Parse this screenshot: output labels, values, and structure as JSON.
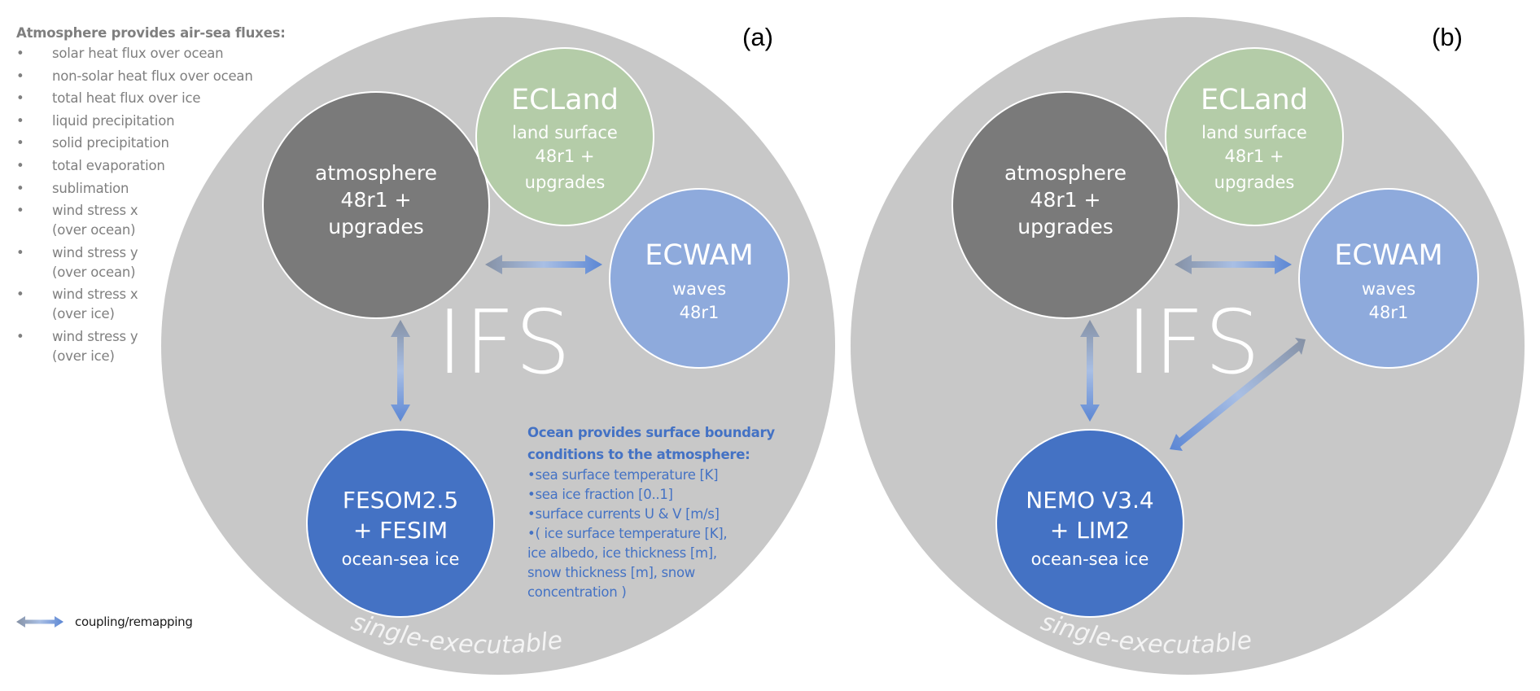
{
  "left_panel": {
    "title": "Atmosphere provides air-sea fluxes:",
    "bullet": "•",
    "items": [
      "solar heat flux over ocean",
      "non-solar heat flux over ocean",
      "total heat flux over ice",
      "liquid precipitation",
      "solid precipitation",
      "total evaporation",
      "sublimation",
      "wind stress x\n(over ocean)",
      "wind stress y\n(over ocean)",
      "wind stress x\n(over ice)",
      "wind stress y\n(over ice)"
    ]
  },
  "legend": {
    "icon": "double-arrow",
    "label": "coupling/remapping"
  },
  "colors": {
    "container": "#c8c8c8",
    "atmosphere": "#7a7a7a",
    "ecland": "#b4cca8",
    "ecwam": "#8eaadc",
    "ocean": "#4472c4",
    "ocean_text": "#4472c4",
    "left_text": "#7f7f7f",
    "arrow_start": "#8591a5",
    "arrow_mid": "#a9bfe4",
    "arrow_end": "#5b86d4"
  },
  "panels": [
    {
      "label": "(a)",
      "container_title": "IFS",
      "container_caption": "single-executable",
      "atmosphere": {
        "lines": [
          "atmosphere",
          "48r1 +",
          "upgrades"
        ]
      },
      "land": {
        "title": "ECLand",
        "lines": [
          "land surface",
          "48r1 +",
          "upgrades"
        ]
      },
      "waves": {
        "title": "ECWAM",
        "lines": [
          "waves",
          "48r1"
        ]
      },
      "ocean": {
        "lines": [
          "FESOM2.5",
          "+ FESIM",
          "ocean-sea ice"
        ]
      },
      "ocean_provides": {
        "title_lines": [
          "Ocean provides surface boundary",
          "conditions to the atmosphere:"
        ],
        "bullet": "•",
        "items": [
          "sea surface temperature [K]",
          "sea ice fraction [0..1]",
          "surface currents U & V [m/s]",
          "( ice surface temperature [K],\n ice albedo, ice thickness [m],\n snow thickness [m], snow\n concentration )"
        ]
      },
      "couplings": [
        "atmosphere-waves",
        "atmosphere-ocean"
      ]
    },
    {
      "label": "(b)",
      "container_title": "IFS",
      "container_caption": "single-executable",
      "atmosphere": {
        "lines": [
          "atmosphere",
          "48r1 +",
          "upgrades"
        ]
      },
      "land": {
        "title": "ECLand",
        "lines": [
          "land surface",
          "48r1 +",
          "upgrades"
        ]
      },
      "waves": {
        "title": "ECWAM",
        "lines": [
          "waves",
          "48r1"
        ]
      },
      "ocean": {
        "lines": [
          "NEMO V3.4",
          "+ LIM2",
          "ocean-sea ice"
        ]
      },
      "couplings": [
        "atmosphere-waves",
        "atmosphere-ocean",
        "ocean-waves"
      ]
    }
  ]
}
